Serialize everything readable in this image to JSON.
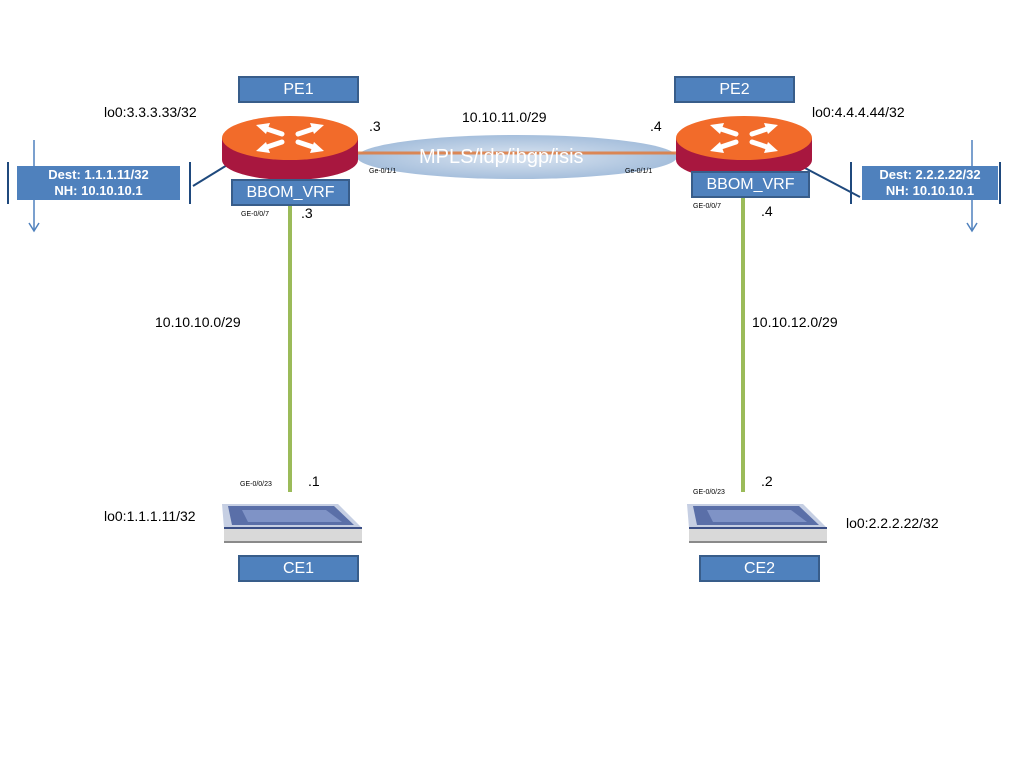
{
  "nodes": {
    "pe1": {
      "label": "PE1",
      "vrf": "BBOM_VRF",
      "loopback": "lo0:3.3.3.33/32",
      "core_if": "Ge-0/1/1",
      "access_if": "GE-0/0/7",
      "core_host": ".3",
      "access_host": ".3"
    },
    "pe2": {
      "label": "PE2",
      "vrf": "BBOM_VRF",
      "loopback": "lo0:4.4.4.44/32",
      "core_if": "Ge-0/1/1",
      "access_if": "GE-0/0/7",
      "core_host": ".4",
      "access_host": ".4"
    },
    "ce1": {
      "label": "CE1",
      "loopback": "lo0:1.1.1.11/32",
      "interface": "GE-0/0/23",
      "host": ".1"
    },
    "ce2": {
      "label": "CE2",
      "loopback": "lo0:2.2.2.22/32",
      "interface": "GE-0/0/23",
      "host": ".2"
    }
  },
  "links": {
    "core": {
      "subnet": "10.10.11.0/29",
      "protocols": "MPLS/ldp/ibgp/isis"
    },
    "left_access": {
      "subnet": "10.10.10.0/29"
    },
    "right_access": {
      "subnet": "10.10.12.0/29"
    }
  },
  "routes": {
    "left": {
      "dest": "Dest: 1.1.1.11/32",
      "nh": "NH: 10.10.10.1"
    },
    "right": {
      "dest": "Dest: 2.2.2.22/32",
      "nh": "NH: 10.10.10.1"
    }
  },
  "colors": {
    "box_fill": "#4f81bd",
    "router": "#f26b2a",
    "router_body": "#a8173f",
    "link_green": "#9bbb59",
    "cloud": "#b9cde5"
  }
}
